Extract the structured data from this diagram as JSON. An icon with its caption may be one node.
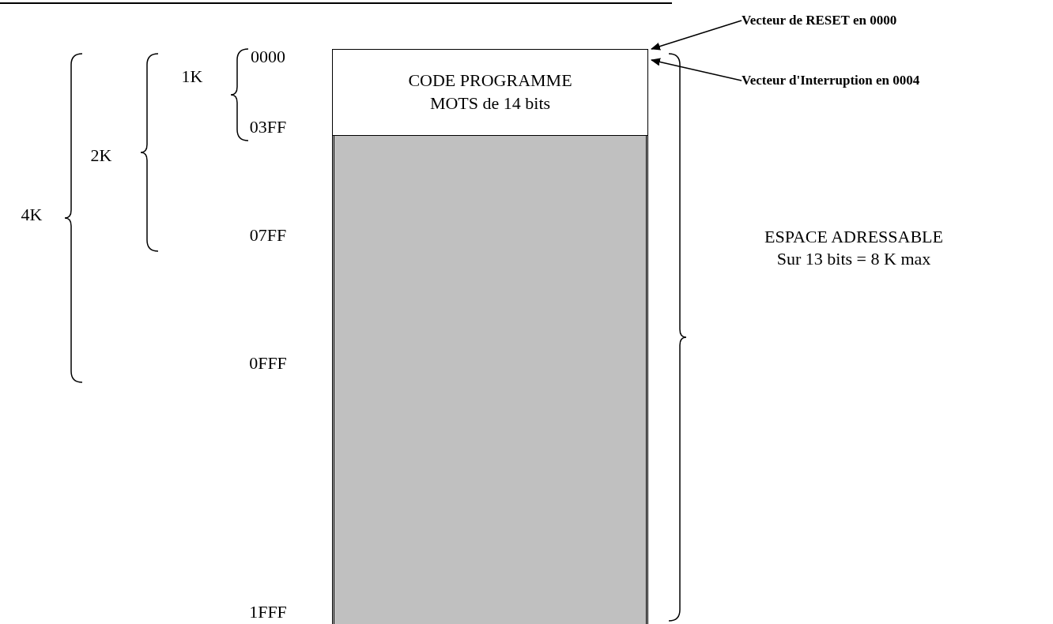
{
  "diagram": {
    "nodes": [
      {
        "text": [
          "CODE PROGRAMME MOTS de 14 bits"
        ]
      },
      {
        "text": [],
        "shape": "box"
      },
      {
        "text": [
          "Vecteur de RESET en 0000"
        ]
      },
      {
        "text": [
          "Vecteur d'Interruption en 0004"
        ]
      }
    ],
    "edges": [
      {
        "from": 2,
        "to": 0,
        "arrow": "to"
      },
      {
        "from": 3,
        "to": 0,
        "arrow": "to"
      }
    ],
    "labels": [
      "0000",
      "1K",
      "2K",
      "4K",
      "03FF",
      "07FF",
      "0FFF",
      "1FFF",
      "ESPACE ADRESSABLE",
      "Sur 13 bits = 8 K max"
    ]
  }
}
